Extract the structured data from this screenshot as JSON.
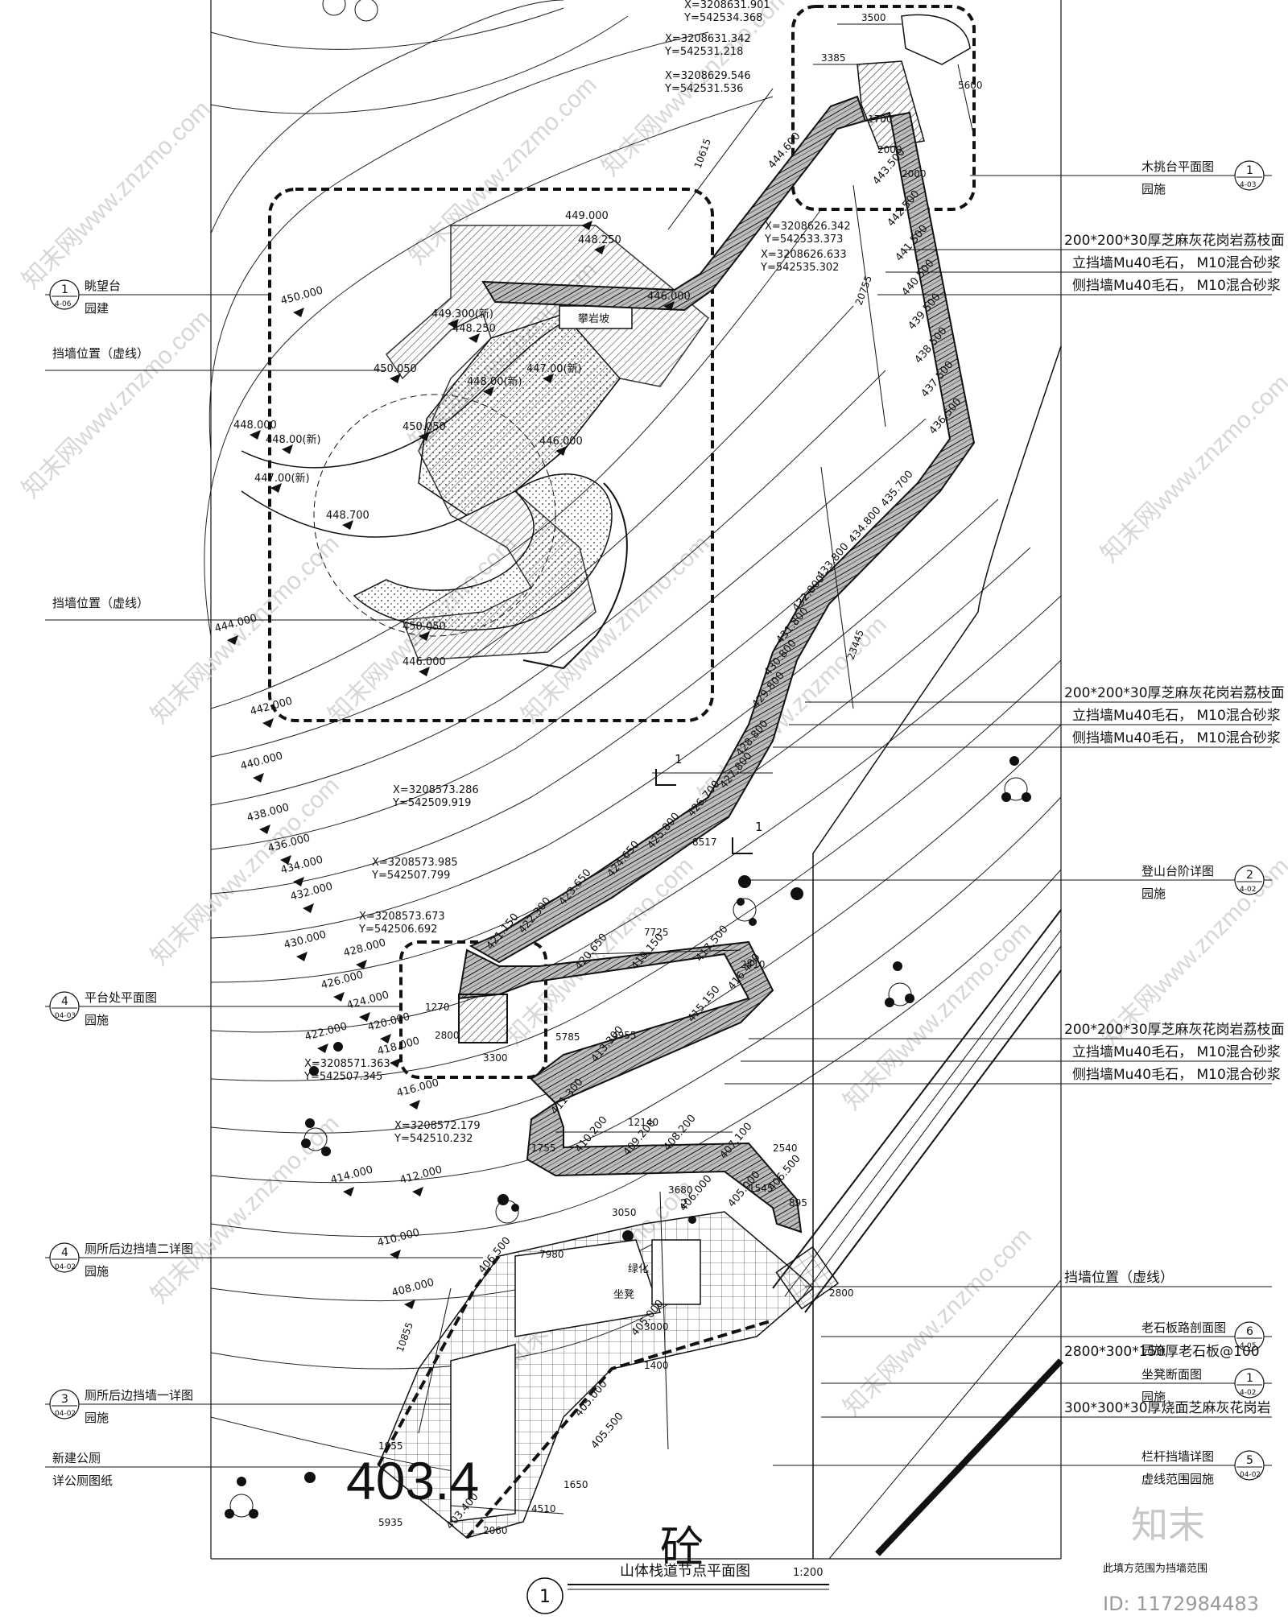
{
  "title": {
    "number": "1",
    "text": "山体栈道节点平面图",
    "scale": "1:200"
  },
  "big_elevation": "403.4",
  "big_char": "砼",
  "watermark_text": "知末网www.znzmo.com",
  "logo_text": "知末",
  "image_id": "ID: 1172984483",
  "bottom_note": "此填方范围为挡墙范围",
  "left_callouts": [
    {
      "line1": "眺望台",
      "line2": "园建",
      "tag_num": "1",
      "tag_sheet": "4-06"
    },
    {
      "line1": "挡墙位置（虚线）",
      "line2": "",
      "tag_num": "",
      "tag_sheet": ""
    },
    {
      "line1": "挡墙位置（虚线）",
      "line2": "",
      "tag_num": "",
      "tag_sheet": ""
    },
    {
      "line1": "平台处平面图",
      "line2": "园施",
      "tag_num": "4",
      "tag_sheet": "04-03"
    },
    {
      "line1": "厕所后边挡墙二详图",
      "line2": "园施",
      "tag_num": "4",
      "tag_sheet": "04-02"
    },
    {
      "line1": "厕所后边挡墙一详图",
      "line2": "园施",
      "tag_num": "3",
      "tag_sheet": "04-02"
    },
    {
      "line1": "新建公厕",
      "line2": "详公厕图纸",
      "tag_num": "",
      "tag_sheet": ""
    }
  ],
  "right_callouts": [
    {
      "line1": "木挑台平面图",
      "line2": "园施",
      "tag_num": "1",
      "tag_sheet": "4-03"
    },
    {
      "line1": "登山台阶详图",
      "line2": "园施",
      "tag_num": "2",
      "tag_sheet": "4-02"
    },
    {
      "line1": "挡墙位置（虚线）",
      "line2": "",
      "tag_num": "",
      "tag_sheet": ""
    },
    {
      "line1": "老石板路剖面图",
      "line2": "园施",
      "tag_num": "6",
      "tag_sheet": "4-05"
    },
    {
      "line1": "2800*300*150厚老石板@100",
      "line2": "",
      "tag_num": "",
      "tag_sheet": ""
    },
    {
      "line1": "坐凳断面图",
      "line2": "园施",
      "tag_num": "1",
      "tag_sheet": "4-02"
    },
    {
      "line1": "300*300*30厚烧面芝麻灰花岗岩",
      "line2": "",
      "tag_num": "",
      "tag_sheet": ""
    },
    {
      "line1": "栏杆挡墙详图",
      "line2": "虚线范围园施",
      "tag_num": "5",
      "tag_sheet": "04-02"
    }
  ],
  "material_notes": {
    "line1": "200*200*30厚芝麻灰花岗岩荔枝面",
    "line2": "立挡墙Mu40毛石， M10混合砂浆",
    "line3": "侧挡墙Mu40毛石， M10混合砂浆"
  },
  "coordinates": [
    {
      "x": "X=3208631.901",
      "y": "Y=542534.368"
    },
    {
      "x": "X=3208631.342",
      "y": "Y=542531.218"
    },
    {
      "x": "X=3208629.546",
      "y": "Y=542531.536"
    },
    {
      "x": "X=3208626.342",
      "y": "Y=542533.373"
    },
    {
      "x": "X=3208626.633",
      "y": "Y=542535.302"
    },
    {
      "x": "X=3208573.286",
      "y": "Y=542509.919"
    },
    {
      "x": "X=3208573.985",
      "y": "Y=542507.799"
    },
    {
      "x": "X=3208573.673",
      "y": "Y=542506.692"
    },
    {
      "x": "X=3208571.363",
      "y": "Y=542507.345"
    },
    {
      "x": "X=3208572.179",
      "y": "Y=542510.232"
    }
  ],
  "contours": [
    "450.000",
    "444.000",
    "442.000",
    "440.000",
    "438.000",
    "436.000",
    "434.000",
    "432.000",
    "430.000",
    "428.000",
    "426.000",
    "424.000",
    "422.000",
    "420.000",
    "418.000",
    "416.000",
    "414.000",
    "412.000",
    "410.000",
    "408.000"
  ],
  "platform_elevations": [
    "449.000",
    "448.250",
    "446.000",
    "449.300(新)",
    "448.250",
    "450.050",
    "447.00(新)",
    "448.00(新)",
    "450.050",
    "446.000",
    "448.000",
    "448.00(新)",
    "447.00(新)",
    "448.700",
    "450.050",
    "446.000"
  ],
  "path_elevations": [
    "444.600",
    "443.500",
    "442.500",
    "441.500",
    "440.500",
    "439.500",
    "438.500",
    "437.500",
    "436.500",
    "435.700",
    "434.800",
    "433.800",
    "432.800",
    "431.800",
    "430.800",
    "429.800",
    "428.800",
    "427.800",
    "426.700",
    "425.800",
    "424.650",
    "423.650",
    "422.300",
    "421.150",
    "420.650",
    "419.150",
    "417.500",
    "416.400",
    "415.150",
    "413.300",
    "411.300",
    "410.200",
    "409.200",
    "408.200",
    "407.100",
    "406.500",
    "406.500",
    "406.000",
    "405.000",
    "405.000",
    "405.500",
    "405.000",
    "403.400"
  ],
  "dimensions": [
    "3500",
    "3385",
    "5600",
    "2000",
    "1700",
    "2000",
    "10615",
    "20755",
    "23445",
    "8517",
    "7725",
    "2410",
    "5785",
    "1270",
    "2800",
    "3300",
    "4955",
    "12140",
    "1755",
    "2540",
    "1545",
    "895",
    "3680",
    "3050",
    "7980",
    "3000",
    "2800",
    "10855",
    "1955",
    "4510",
    "1650",
    "5935",
    "2060",
    "1400"
  ],
  "small_labels": {
    "climbing_slope": "攀岩坡",
    "greening": "绿化",
    "seat": "坐凳",
    "section_mark_1": "1",
    "section_mark_2": "1",
    "section_mark_3": "2"
  }
}
